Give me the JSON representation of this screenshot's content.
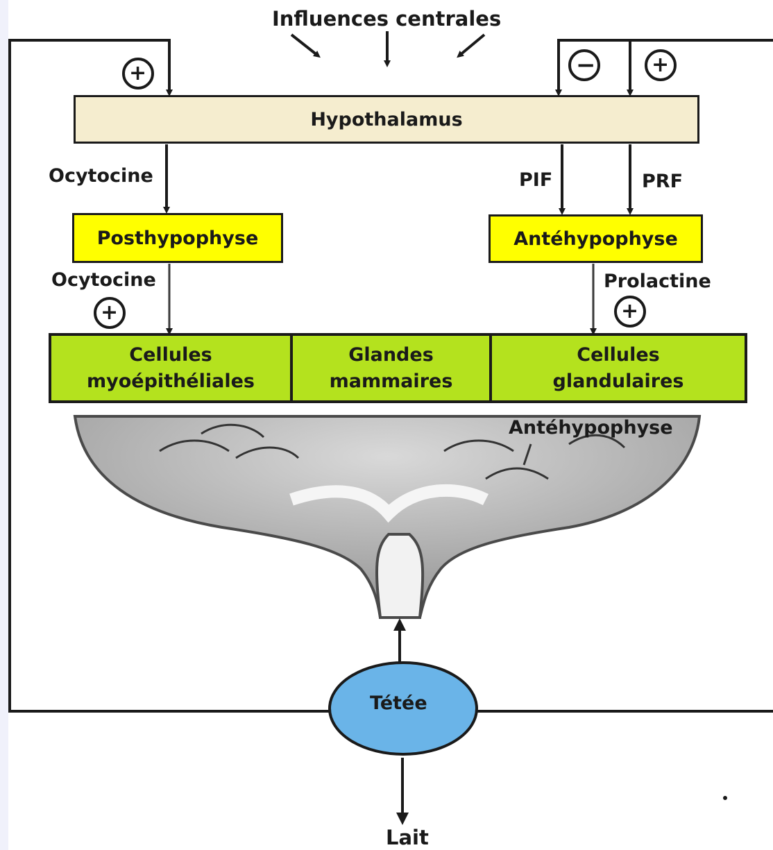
{
  "title": "Influences centrales",
  "signs": {
    "plus": "+",
    "minus": "−"
  },
  "boxes": {
    "hypothalamus": "Hypothalamus",
    "posthypophyse": "Posthypophyse",
    "antehypophyse": "Antéhypophyse"
  },
  "labels": {
    "ocytocine_top": "Ocytocine",
    "ocytocine_bottom": "Ocytocine",
    "pif": "PIF",
    "prf": "PRF",
    "prolactine": "Prolactine",
    "breast_label": "Antéhypophyse",
    "lait": "Lait"
  },
  "cells": {
    "myo_line1": "Cellules",
    "myo_line2": "myoépithéliales",
    "glandes_line1": "Glandes",
    "glandes_line2": "mammaires",
    "glandulaires_line1": "Cellules",
    "glandulaires_line2": "glandulaires"
  },
  "tetee": "Tétée",
  "colors": {
    "hypothalamus_fill": "#f5edcf",
    "pituitary_fill": "#ffff00",
    "cells_fill": "#b4e21e",
    "tetee_fill": "#6ab4e8",
    "line": "#1a1a1a"
  }
}
